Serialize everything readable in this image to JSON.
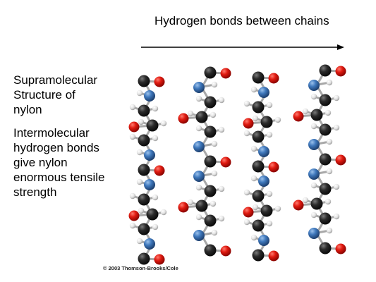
{
  "header": {
    "title": "Hydrogen bonds between chains"
  },
  "sidebar": {
    "title_lines": [
      "Supramolecular",
      "Structure of",
      "nylon"
    ],
    "body_lines": [
      "Intermolecular",
      "hydrogen bonds",
      "give nylon",
      "enormous tensile",
      "strength"
    ]
  },
  "credit": "© 2003 Thomson-Brooks/Cole",
  "colors": {
    "carbon": "#1c1c1c",
    "oxygen": "#d8120c",
    "nitrogen": "#3a6fb0",
    "hydrogen": "#e8e8e8",
    "bond": "#a8a8a8",
    "arrow": "#000000"
  },
  "model": {
    "chain_count": 4,
    "description_icon": "ball-and-stick-molecule"
  }
}
